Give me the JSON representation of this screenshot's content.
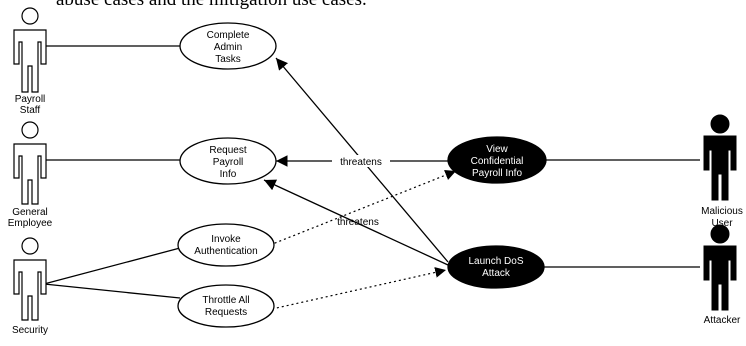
{
  "caption": "abuse cases and the mitigation use cases.",
  "actors": [
    {
      "id": "payroll-staff",
      "lines": [
        "Payroll",
        "Staff"
      ],
      "style": "normal"
    },
    {
      "id": "general-employee",
      "lines": [
        "General",
        "Employee"
      ],
      "style": "normal"
    },
    {
      "id": "security",
      "lines": [
        "Security"
      ],
      "style": "normal"
    },
    {
      "id": "malicious-user",
      "lines": [
        "Malicious",
        "User"
      ],
      "style": "mis"
    },
    {
      "id": "attacker",
      "lines": [
        "Attacker"
      ],
      "style": "mis"
    }
  ],
  "use_cases": [
    {
      "id": "complete-admin-tasks",
      "lines": [
        "Complete",
        "Admin",
        "Tasks"
      ],
      "kind": "use-case"
    },
    {
      "id": "request-payroll-info",
      "lines": [
        "Request",
        "Payroll",
        "Info"
      ],
      "kind": "use-case"
    },
    {
      "id": "invoke-authentication",
      "lines": [
        "Invoke",
        "Authentication"
      ],
      "kind": "use-case"
    },
    {
      "id": "throttle-all-requests",
      "lines": [
        "Throttle All",
        "Requests"
      ],
      "kind": "use-case"
    },
    {
      "id": "view-confidential-payroll-info",
      "lines": [
        "View",
        "Confidential",
        "Payroll Info"
      ],
      "kind": "misuse-case"
    },
    {
      "id": "launch-dos-attack",
      "lines": [
        "Launch DoS",
        "Attack"
      ],
      "kind": "misuse-case"
    }
  ],
  "relations": [
    {
      "from": "view-confidential-payroll-info",
      "to": "request-payroll-info",
      "label": "threatens"
    },
    {
      "from": "launch-dos-attack",
      "to": "request-payroll-info",
      "label": "threatens"
    },
    {
      "from": "launch-dos-attack",
      "to": "complete-admin-tasks",
      "label": ""
    },
    {
      "from": "invoke-authentication",
      "to": "view-confidential-payroll-info",
      "label": ""
    },
    {
      "from": "throttle-all-requests",
      "to": "launch-dos-attack",
      "label": ""
    }
  ],
  "colors": {
    "ink": "#000000",
    "misuse_fill": "#000000",
    "use_fill": "#ffffff",
    "misuse_text": "#ffffff"
  }
}
